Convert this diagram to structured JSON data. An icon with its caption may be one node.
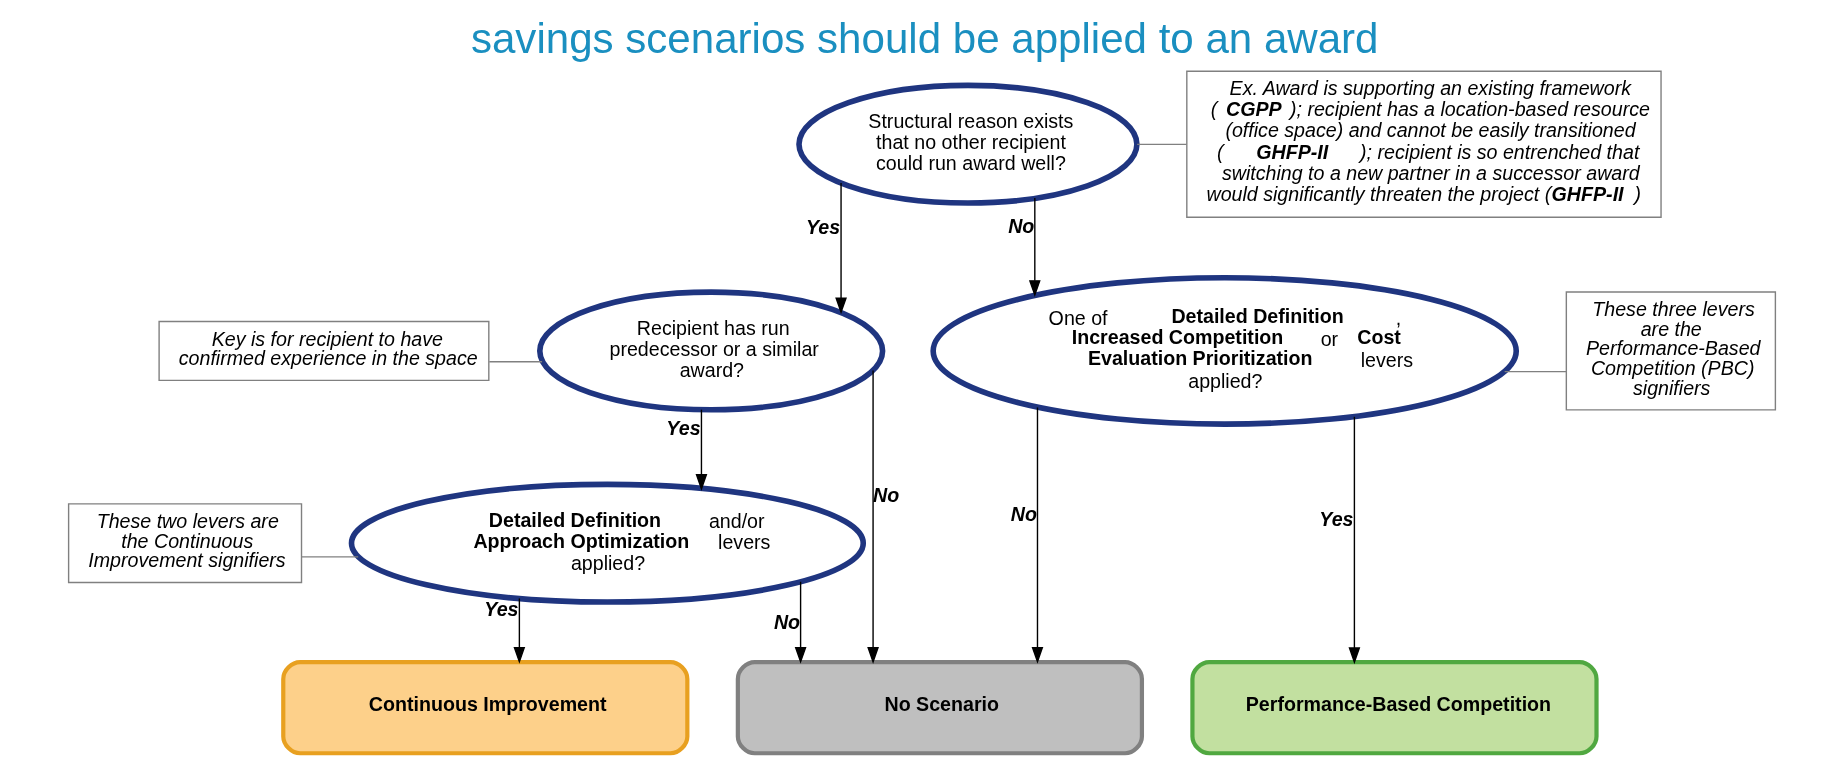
{
  "diagram": {
    "title": "savings scenarios should be applied to an award",
    "nodes": [
      {
        "text": [
          "Structural reason exists that no other recipient could run award well?"
        ]
      },
      {
        "text": [
          "Ex. Award is supporting an existing framework (**CGPP**); recipient has a location-based resource (office space) and cannot be easily transitioned (**GHFP-II**); recipient is so entrenched that switching to a new partner in a successor award would significantly threaten the project (**GHFP-II**)"
        ]
      },
      {
        "text": [
          "Key is for recipient to have confirmed experience in the space"
        ]
      },
      {
        "text": [
          "Recipient has run predecessor or a similar award?"
        ]
      },
      {
        "text": [
          "One of **Detailed Definition**, **Increased Competition** or **Cost Evaluation Prioritization** levers applied?"
        ]
      },
      {
        "text": [
          "These two levers are the Continuous Improvement signifiers"
        ]
      },
      {
        "text": [
          "**Detailed Definition** and/or **Approach Optimization** levers applied?"
        ]
      },
      {
        "text": [
          "These three levers are the Performance-Based Competition (PBC) signifiers"
        ]
      },
      {
        "text": [
          "Continuous Improvement"
        ]
      },
      {
        "text": [
          "No Scenario"
        ]
      },
      {
        "text": [
          "Performance-Based Competition"
        ]
      }
    ],
    "edges": [
      {
        "from": 0,
        "to": 3,
        "arrow": "to",
        "label": "Yes"
      },
      {
        "from": 0,
        "to": 4,
        "arrow": "to",
        "label": "No"
      },
      {
        "from": 3,
        "to": 6,
        "arrow": "to",
        "label": "Yes"
      },
      {
        "from": 3,
        "to": 9,
        "arrow": "to",
        "label": "No"
      },
      {
        "from": 4,
        "to": 9,
        "arrow": "to",
        "label": "No"
      },
      {
        "from": 4,
        "to": 10,
        "arrow": "to",
        "label": "Yes"
      },
      {
        "from": 6,
        "to": 8,
        "arrow": "to",
        "label": "Yes"
      },
      {
        "from": 6,
        "to": 9,
        "arrow": "to",
        "label": "No"
      },
      {
        "from": 1,
        "to": 0,
        "arrow": "none",
        "color": "#808080"
      },
      {
        "from": 2,
        "to": 3,
        "arrow": "none",
        "color": "#808080"
      },
      {
        "from": 5,
        "to": 6,
        "arrow": "none",
        "color": "#808080"
      },
      {
        "from": 7,
        "to": 4,
        "arrow": "none",
        "color": "#808080"
      }
    ]
  }
}
